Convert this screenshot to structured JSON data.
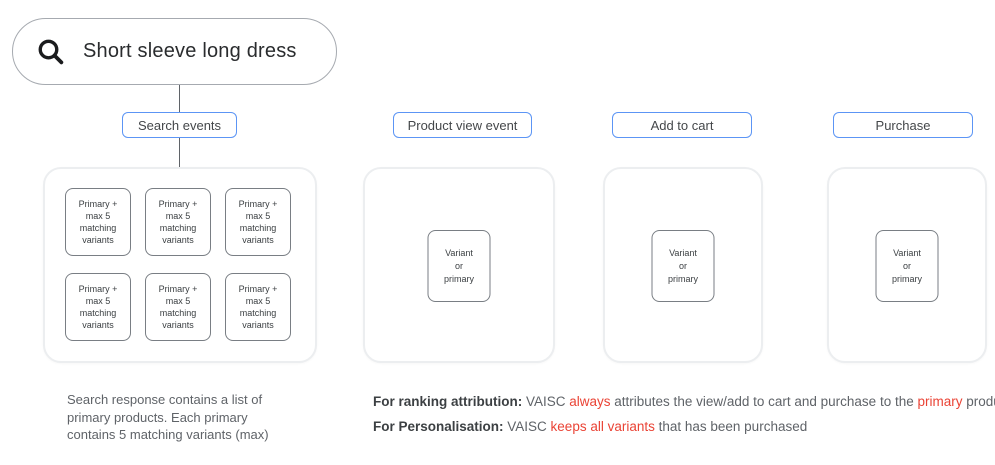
{
  "search_bar": {
    "query": "Short sleeve long dress",
    "icon": "search-icon"
  },
  "events": [
    {
      "label": "Search events"
    },
    {
      "label": "Product view event"
    },
    {
      "label": "Add to cart"
    },
    {
      "label": "Purchase"
    }
  ],
  "search_results": {
    "boxes": [
      "Primary +\nmax 5\nmatching\nvariants",
      "Primary +\nmax 5\nmatching\nvariants",
      "Primary +\nmax 5\nmatching\nvariants",
      "Primary +\nmax 5\nmatching\nvariants",
      "Primary +\nmax 5\nmatching\nvariants",
      "Primary +\nmax 5\nmatching\nvariants"
    ]
  },
  "variant_boxes": [
    "Variant\nor\nprimary",
    "Variant\nor\nprimary",
    "Variant\nor\nprimary"
  ],
  "notes": {
    "search": "Search response contains a list of\nprimary products. Each primary\ncontains 5 matching variants (max)",
    "ranking": {
      "bold": "For ranking attribution:",
      "t1": " VAISC ",
      "red1": "always",
      "t2": " attributes the view/add to cart and purchase to the ",
      "red2": "primary",
      "t3": " product."
    },
    "personalisation": {
      "bold": "For Personalisation:",
      "t1": " VAISC ",
      "red1": "keeps all variants",
      "t2": " that has been purchased"
    }
  },
  "colors": {
    "accent_blue": "#5c95f5",
    "alert_red": "#ea4335",
    "container_border": "#eceef0",
    "box_border": "#797e84",
    "text_gray": "#5f6368",
    "text_dark": "#3c4043"
  }
}
